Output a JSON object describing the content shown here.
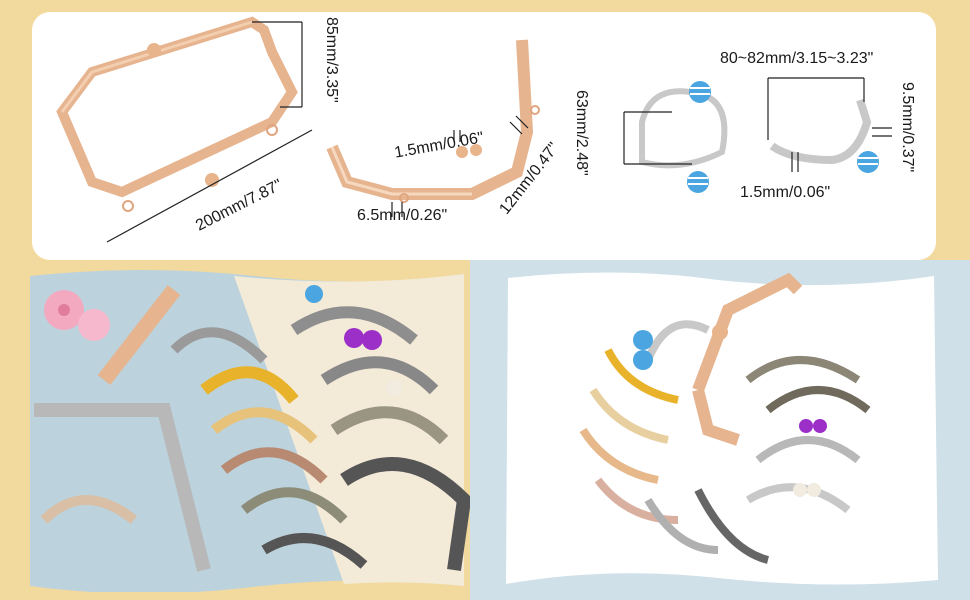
{
  "dimensions": {
    "large_height": "85mm/3.35\"",
    "large_width": "200mm/7.87\"",
    "medium_thickness": "1.5mm/0.06\"",
    "medium_edge": "12mm/0.47\"",
    "medium_hole": "6.5mm/0.26\"",
    "small_height": "63mm/2.48\"",
    "small_width": "80~82mm/3.15~3.23\"",
    "small_side": "9.5mm/0.37\"",
    "small_thickness": "1.5mm/0.06\""
  },
  "colors": {
    "background": "#f2d99e",
    "card": "#ffffff",
    "accent_blue": "#cfe0e8",
    "rose_gold": "#e8b892",
    "silver": "#c9c9c9"
  }
}
